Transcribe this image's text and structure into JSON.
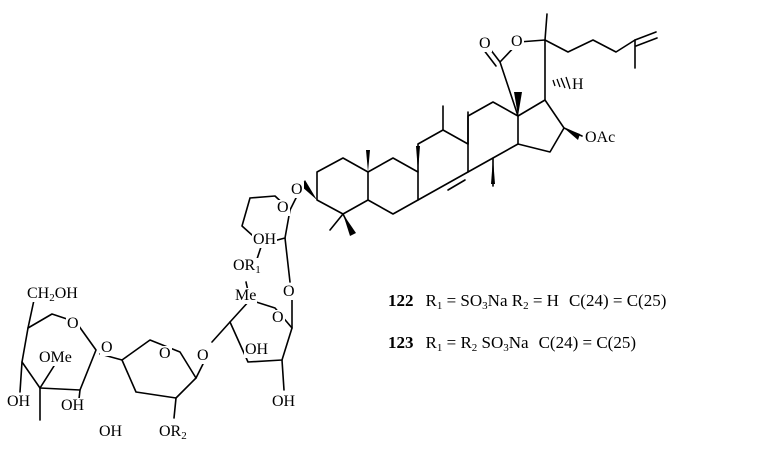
{
  "atom_labels": {
    "lactone_o_carbonyl": "O",
    "lactone_o_ring": "O",
    "h": "H",
    "oac": "OAc",
    "glycoside_o": "O",
    "xylose_ring_o": "O",
    "xylose_oh_text": "OH",
    "xylose_or1_text": "OR",
    "xylose_or1_sub": "1",
    "link_o_1": "O",
    "quinovose_me": "Me",
    "quinovose_ring_o": "O",
    "quinovose_oh_inner": "OH",
    "quinovose_oh_bottom": "OH",
    "link_o_2": "O",
    "xylose2_ring_o": "O",
    "xylose2_link_o": "O",
    "xylose2_or2_text": "OR",
    "xylose2_or2_sub": "2",
    "glc_ch2oh_a": "CH",
    "glc_ch2oh_sub": "2",
    "glc_ch2oh_b": "OH",
    "glc_ring_o": "O",
    "glc_ome": "OMe",
    "glc_oh_left": "OH",
    "glc_oh_mid": "OH",
    "glc_oh_bottom": "OH"
  },
  "compounds": [
    {
      "number": "122",
      "r1_a": "R",
      "r1_sub": "1",
      "r1_b": " = SO",
      "r1_sub2": "3",
      "r1_c": "Na",
      "r2_a": "R",
      "r2_sub": "2",
      "r2_b": " = H",
      "tail": "C(24) = C(25)"
    },
    {
      "number": "123",
      "r1_a": "R",
      "r1_sub": "1",
      "r1_b": " =",
      "r2_a": "R",
      "r2_sub": "2",
      "r2_b": " SO",
      "r2_sub2": "3",
      "r2_c": "Na",
      "tail": "C(24) = C(25)"
    }
  ]
}
